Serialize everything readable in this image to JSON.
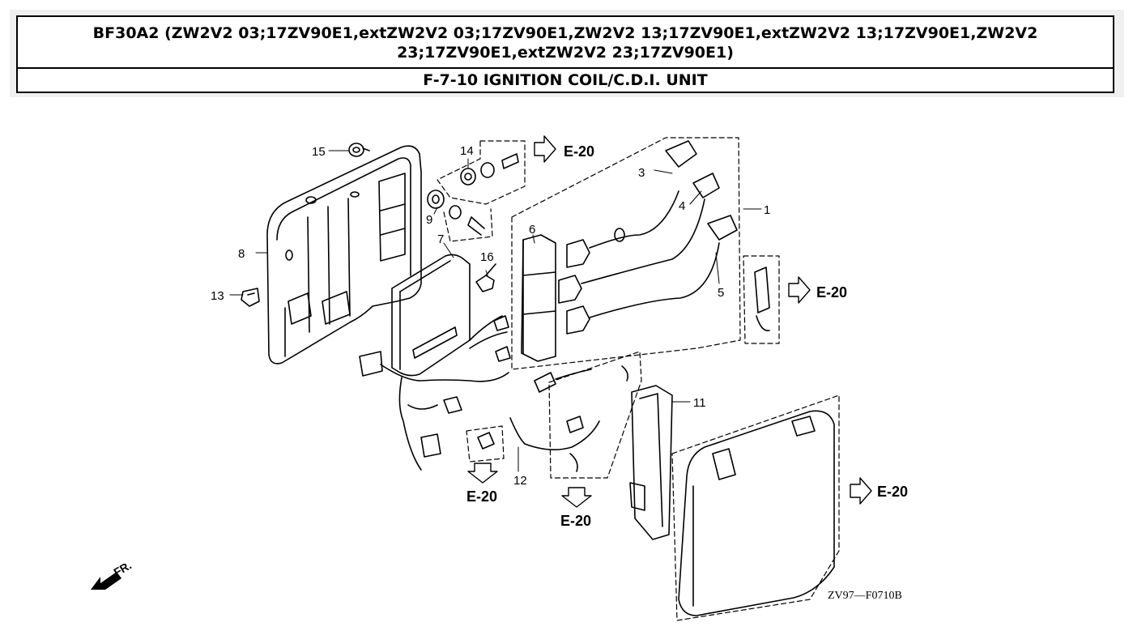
{
  "header": {
    "title": "BF30A2 (ZW2V2 03;17ZV90E1,extZW2V2 03;17ZV90E1,ZW2V2 13;17ZV90E1,extZW2V2 13;17ZV90E1,ZW2V2 23;17ZV90E1,extZW2V2 23;17ZV90E1)",
    "subtitle": "F-7-10 IGNITION COIL/C.D.I. UNIT"
  },
  "diagram": {
    "callouts": {
      "c1": "1",
      "c3": "3",
      "c4": "4",
      "c5": "5",
      "c6": "6",
      "c7": "7",
      "c8": "8",
      "c9": "9",
      "c11": "11",
      "c12": "12",
      "c13": "13",
      "c14": "14",
      "c15": "15",
      "c16": "16"
    },
    "ref_label": "E-20",
    "drawing_code": "ZV97—F0710B",
    "direction_label": "FR."
  }
}
